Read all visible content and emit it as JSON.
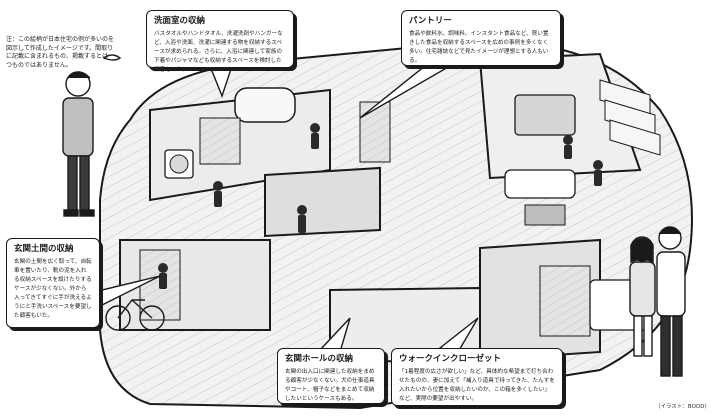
{
  "note": "注：この絵柄が日本住宅の例が多いのを図示して作成したイメージです。間取りに記載に含まれるもの、掲載するとは一つものではありません。",
  "callouts": {
    "laundry": {
      "title": "洗面室の収納",
      "body": "バスタオルやハンドタオル、洗濯洗剤やハンガーなど、入浴や洗面、洗濯に関連する物を収納するスペースが求められる。さらに、入浴に関連して家族の下着やパジャマなども収納するスペースを検討した顧客もいた。"
    },
    "pantry": {
      "title": "パントリー",
      "body": "食品や飲料水、調味料、インスタント食品など、買い置きした食品を収納するスペースを広めの事例を多くなく多い。住宅雑誌などで見たイメージが理想とする人もいる。"
    },
    "entrance": {
      "title": "玄関土間の収納",
      "body": "玄関の土間を広く取って、自転車を置いたり、靴の泥を入れる収納スペースを設けたりするケースが少なくない。外から入ってきてすぐに手が洗えるようにと手洗いスペースを要望した顧客もいた。"
    },
    "hall": {
      "title": "玄関ホールの収納",
      "body": "玄関の出入口に関連した収納をまめる顧客が少なくない。犬の仕事道具やコート、帽子などをまとめて収納したいというケースもある。"
    },
    "walkin": {
      "title": "ウォークインクローゼット",
      "body": "「1着程度の広さが欲しい」など、具体的な希望まで打ち合わせたものの、妻に加えて「補入り道具で持ってきた、たんすを入れたいから位置を収納したいのか、この箱を多くしたい」など、実際の要望が出やすい。"
    }
  },
  "credit": "（イラスト：BOOD）"
}
